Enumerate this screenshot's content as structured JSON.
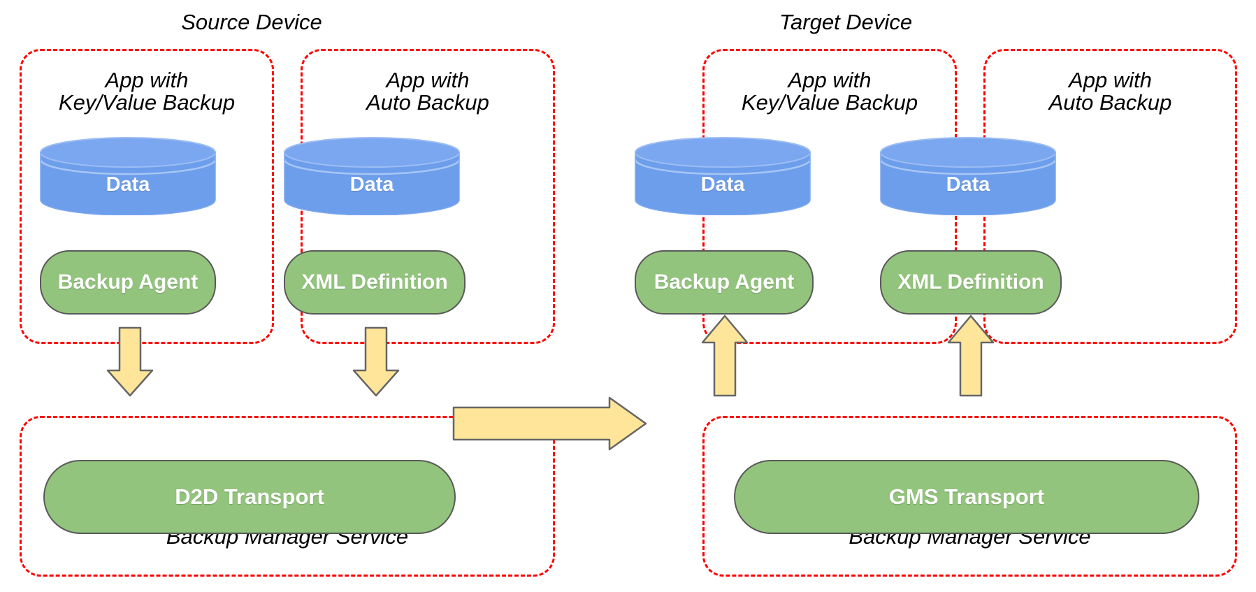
{
  "diagram": {
    "title_left": "Source Device",
    "title_right": "Target Device",
    "colors": {
      "dashed_border": "#ff0000",
      "cylinder_fill": "#6d9eeb",
      "pill_fill": "#93c47d",
      "pill_stroke": "#595959",
      "arrow_fill": "#ffe599",
      "arrow_stroke": "#666666",
      "text_on_shape": "#ffffff",
      "text_plain": "#000000",
      "background": "#ffffff"
    }
  },
  "source": {
    "device_label": "Source Device",
    "apps": [
      {
        "caption": "App with\nKey/Value Backup",
        "data_label": "Data",
        "component_label": "Backup Agent"
      },
      {
        "caption": "App with\nAuto Backup",
        "data_label": "Data",
        "component_label": "XML Definition"
      }
    ],
    "service": {
      "transport_label": "D2D Transport",
      "service_label": "Backup Manager Service"
    }
  },
  "target": {
    "device_label": "Target Device",
    "apps": [
      {
        "caption": "App with\nKey/Value Backup",
        "data_label": "Data",
        "component_label": "Backup Agent"
      },
      {
        "caption": "App with\nAuto Backup",
        "data_label": "Data",
        "component_label": "XML Definition"
      }
    ],
    "service": {
      "transport_label": "GMS Transport",
      "service_label": "Backup Manager Service"
    }
  },
  "arrows": [
    {
      "name": "source-app1-to-transport",
      "direction": "down"
    },
    {
      "name": "source-app2-to-transport",
      "direction": "down"
    },
    {
      "name": "d2d-to-gms-transport",
      "direction": "right"
    },
    {
      "name": "target-transport-to-app1",
      "direction": "up"
    },
    {
      "name": "target-transport-to-app2",
      "direction": "up"
    }
  ]
}
